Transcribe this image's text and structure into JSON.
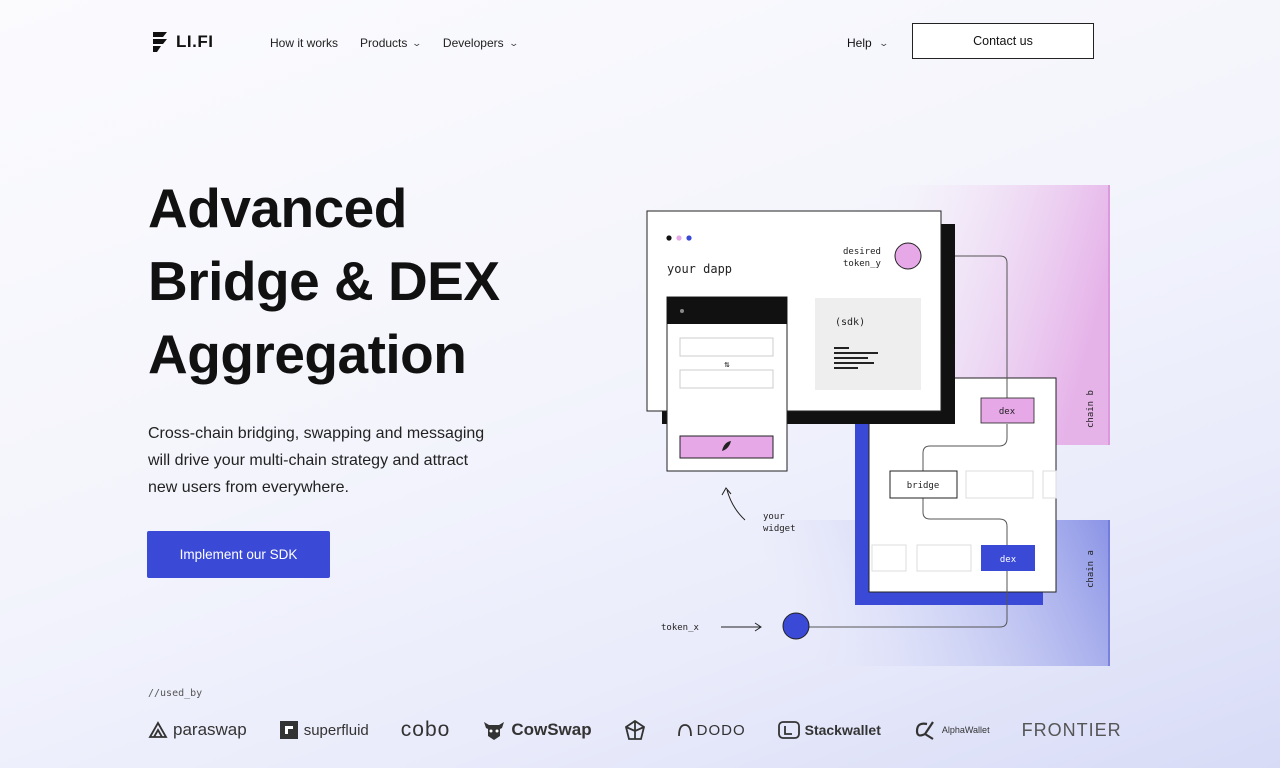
{
  "header": {
    "logo_text": "LI.FI",
    "nav": [
      {
        "label": "How it works",
        "has_dropdown": false
      },
      {
        "label": "Products",
        "has_dropdown": true
      },
      {
        "label": "Developers",
        "has_dropdown": true
      }
    ],
    "help_label": "Help",
    "contact_label": "Contact us"
  },
  "hero": {
    "title_lines": [
      "Advanced",
      "Bridge & DEX",
      "Aggregation"
    ],
    "subtitle_lines": [
      "Cross-chain bridging, swapping and messaging",
      "will drive your multi-chain strategy and attract",
      "new users from everywhere."
    ],
    "cta_label": "Implement our SDK"
  },
  "diagram": {
    "your_dapp": "your dapp",
    "desired_token": [
      "desired",
      "token_y"
    ],
    "sdk": "(sdk)",
    "swap_arrows": "⇅",
    "leaf_icon": "leaf-icon",
    "your_widget": [
      "your",
      "widget"
    ],
    "dex_top": "dex",
    "bridge": "bridge",
    "dex_bottom": "dex",
    "chain_b": "chain b",
    "chain_a": "chain a",
    "token_x": "token_x"
  },
  "used_by": {
    "label": "//used_by",
    "logos": [
      "paraswap",
      "superfluid",
      "cobo",
      "CowSwap",
      "",
      "DODO",
      "Stackwallet",
      "AlphaWallet",
      "FRONTIER"
    ]
  },
  "colors": {
    "accent_blue": "#3a49d6",
    "pink": "#e7a8e8",
    "dark": "#111111"
  }
}
